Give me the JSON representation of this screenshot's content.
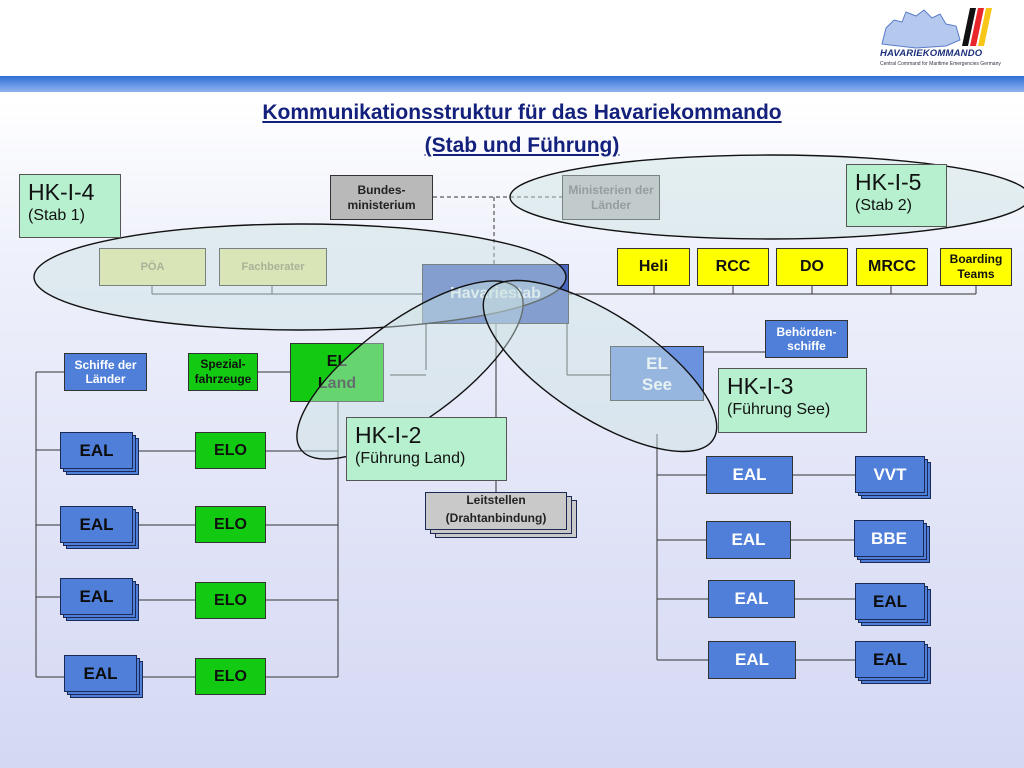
{
  "header": {
    "logo_text": "HAVARIEKOMMANDO",
    "logo_tagline": "Central Command for Maritime Emergencies Germany",
    "title_line1": "Kommunikationsstruktur für das Havariekommando",
    "title_line2": "(Stab und Führung)",
    "flag_colors": [
      "#111111",
      "#e8262b",
      "#f7c617"
    ]
  },
  "labels": {
    "hk_i_4": {
      "code": "HK-I-4",
      "sub": "(Stab 1)"
    },
    "hk_i_5": {
      "code": "HK-I-5",
      "sub": "(Stab 2)"
    },
    "hk_i_2": {
      "code": "HK-I-2",
      "sub": "(Führung Land)"
    },
    "hk_i_3": {
      "code": "HK-I-3",
      "sub": "(Führung See)"
    }
  },
  "nodes": {
    "bundesministerium": "Bundes- ministerium",
    "ministerien": "Ministerien der Länder",
    "poa": "PÖA",
    "fachberater": "Fachberater",
    "heli": "Heli",
    "rcc": "RCC",
    "do": "DO",
    "mrcc": "MRCC",
    "boarding": "Boarding Teams",
    "havariestab": "Havariestab",
    "behoerden": "Behörden- schiffe",
    "schiffe_laender": "Schiffe der Länder",
    "spezial": "Spezial- fahrzeuge",
    "el_land_1": "EL",
    "el_land_2": "Land",
    "el_see_1": "EL",
    "el_see_2": "See",
    "leitstellen_1": "Leitstellen",
    "leitstellen_2": "(Drahtanbindung)",
    "land_eal": [
      "EAL",
      "EAL",
      "EAL",
      "EAL"
    ],
    "land_elo": [
      "ELO",
      "ELO",
      "ELO",
      "ELO"
    ],
    "see_eal": [
      "EAL",
      "EAL",
      "EAL",
      "EAL"
    ],
    "see_right": [
      "VVT",
      "BBE",
      "EAL",
      "EAL"
    ]
  }
}
